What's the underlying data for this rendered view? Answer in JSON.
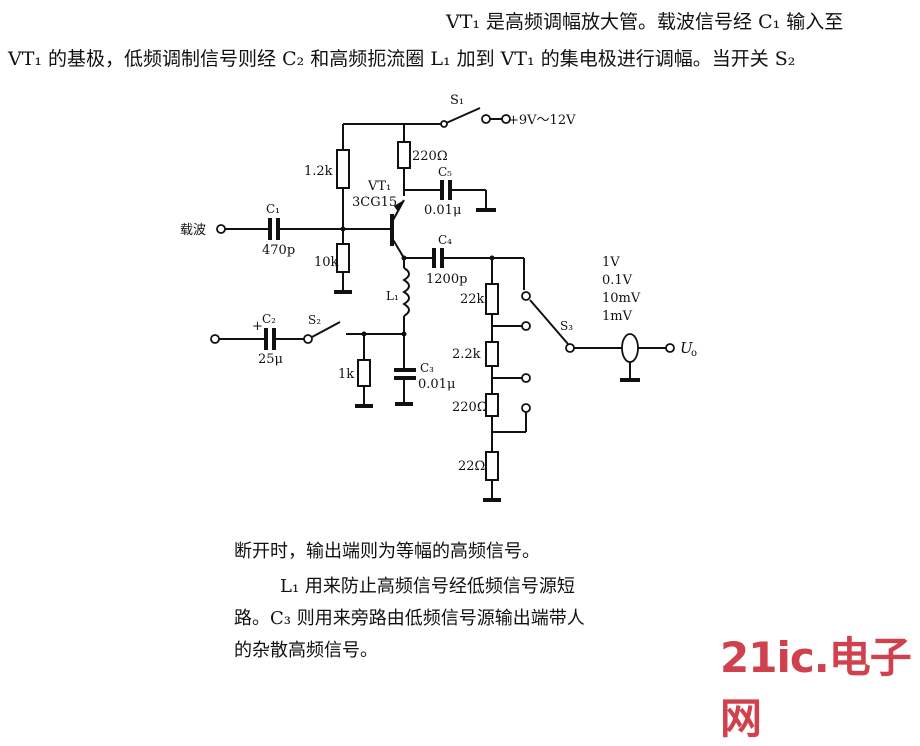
{
  "text": {
    "top_line_1": "VT₁ 是高频调幅放大管。载波信号经 C₁ 输入至",
    "top_line_2": "VT₁ 的基极，低频调制信号则经 C₂ 和高频扼流圈 L₁ 加到 VT₁ 的集电极进行调幅。当开关 S₂",
    "bottom_line_1": "断开时，输出端则为等幅的高频信号。",
    "bottom_line_2": "L₁ 用来防止高频信号经低频信号源短",
    "bottom_line_3": "路。C₃ 则用来旁路由低频信号源输出端带人",
    "bottom_line_4": "的杂散高频信号。"
  },
  "labels": {
    "s1": "S₁",
    "supply": "+9V～12V",
    "r_220_top": "220Ω",
    "r_1_2k": "1.2k",
    "vt1": "VT₁",
    "vt1_model": "3CG15",
    "c5": "C₅",
    "c5_value": "0.01μ",
    "carrier": "载波",
    "c1": "C₁",
    "c1_value": "470p",
    "r_10k": "10k",
    "c4": "C₄",
    "c4_value": "1200p",
    "l1": "L₁",
    "r_22k": "22k",
    "c2": "C₂",
    "c2_value": "25μ",
    "s2": "S₂",
    "r_1k": "1k",
    "c3": "C₃",
    "c3_value": "0.01μ",
    "r_2_2k": "2.2k",
    "r_220_mid": "220Ω",
    "r_22": "22Ω",
    "s3": "S₃",
    "out_1v": "1V",
    "out_0_1v": "0.1V",
    "out_10mv": "10mV",
    "out_1mv": "1mV",
    "uo": "U",
    "uo_sub": "o"
  },
  "logo": {
    "text": "21ic.电子网"
  },
  "icons": {
    "transistor": "pnp-transistor-icon",
    "switch": "spst-switch-icon",
    "rotary_switch": "rotary-selector-switch-icon"
  }
}
